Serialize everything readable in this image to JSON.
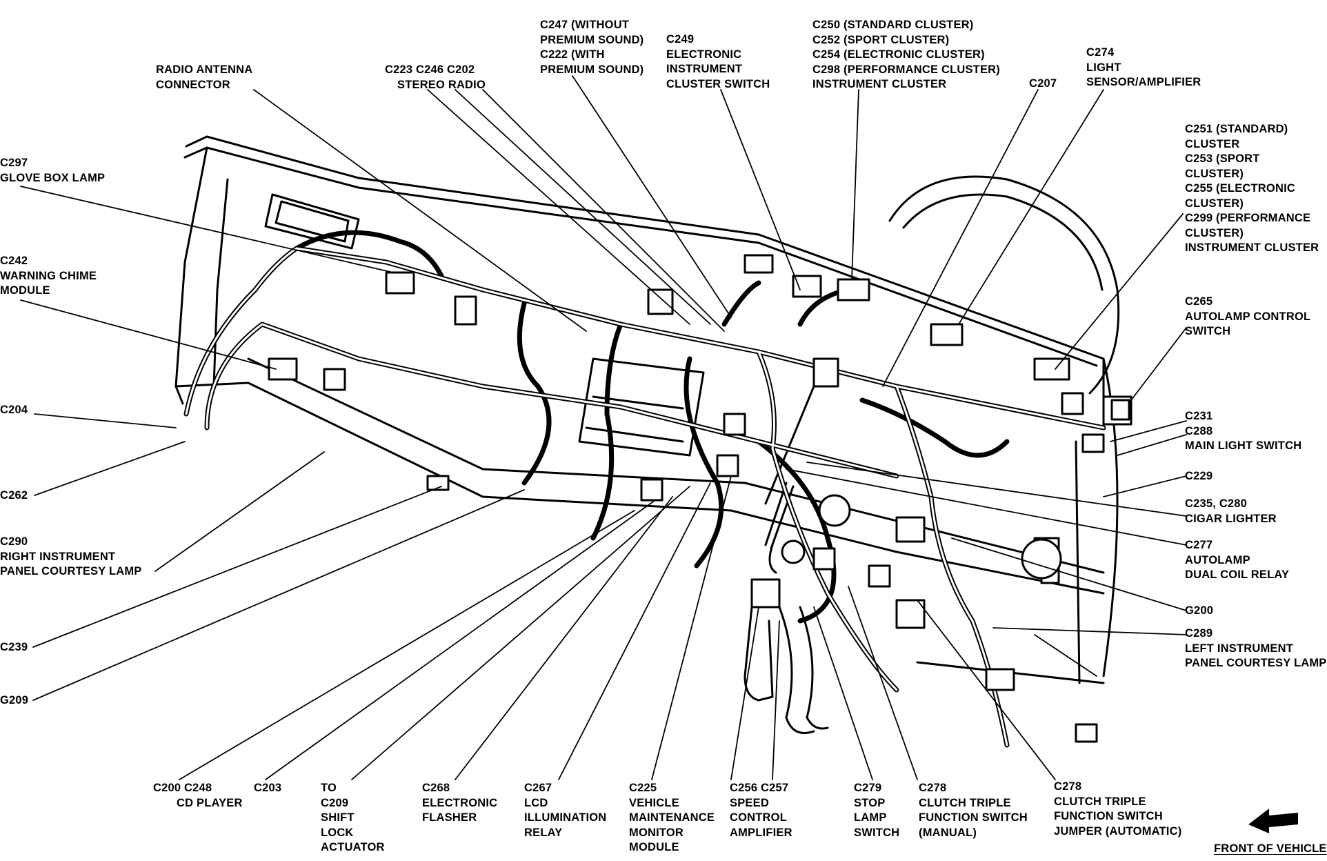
{
  "labels": {
    "radio_antenna": [
      "RADIO ANTENNA",
      "CONNECTOR"
    ],
    "stereo_radio": [
      "C223  C246  C202",
      "STEREO RADIO"
    ],
    "c247_c222": [
      "C247 (WITHOUT",
      "PREMIUM SOUND)",
      "C222 (WITH",
      "PREMIUM SOUND)"
    ],
    "c249": [
      "C249",
      "ELECTRONIC",
      "INSTRUMENT",
      "CLUSTER SWITCH"
    ],
    "c250_group": [
      "C250 (STANDARD CLUSTER)",
      "C252 (SPORT CLUSTER)",
      "C254 (ELECTRONIC CLUSTER)",
      "C298 (PERFORMANCE CLUSTER)",
      "INSTRUMENT CLUSTER"
    ],
    "c207": [
      "C207"
    ],
    "c274": [
      "C274",
      "LIGHT",
      "SENSOR/AMPLIFIER"
    ],
    "c251_group": [
      "C251 (STANDARD)",
      "CLUSTER",
      "C253 (SPORT",
      "CLUSTER)",
      "C255 (ELECTRONIC",
      "CLUSTER)",
      "C299 (PERFORMANCE",
      "CLUSTER)",
      "INSTRUMENT CLUSTER"
    ],
    "c297": [
      "C297",
      "GLOVE BOX LAMP"
    ],
    "c242": [
      "C242",
      "WARNING CHIME",
      "MODULE"
    ],
    "c265": [
      "C265",
      "AUTOLAMP CONTROL",
      "SWITCH"
    ],
    "c204": [
      "C204"
    ],
    "c231_c288": [
      "C231",
      "C288",
      "MAIN LIGHT SWITCH"
    ],
    "c262": [
      "C262"
    ],
    "c229": [
      "C229"
    ],
    "c290": [
      "C290",
      "RIGHT INSTRUMENT",
      "PANEL COURTESY LAMP"
    ],
    "c235_c280": [
      "C235, C280",
      "CIGAR LIGHTER"
    ],
    "c277": [
      "C277",
      "AUTOLAMP",
      "DUAL COIL RELAY"
    ],
    "g200": [
      "G200"
    ],
    "c289": [
      "C289",
      "LEFT INSTRUMENT",
      "PANEL COURTESY LAMP"
    ],
    "c239": [
      "C239"
    ],
    "g209": [
      "G209"
    ],
    "cd_player": [
      "C200   C248",
      "CD PLAYER"
    ],
    "c203": [
      "C203"
    ],
    "c209": [
      "TO",
      "C209",
      "SHIFT",
      "LOCK",
      "ACTUATOR"
    ],
    "c268": [
      "C268",
      "ELECTRONIC",
      "FLASHER"
    ],
    "c267": [
      "C267",
      "LCD",
      "ILLUMINATION",
      "RELAY"
    ],
    "c225": [
      "C225",
      "VEHICLE",
      "MAINTENANCE",
      "MONITOR",
      "MODULE"
    ],
    "c256_c257": [
      "C256  C257",
      "SPEED",
      "CONTROL",
      "AMPLIFIER"
    ],
    "c279": [
      "C279",
      "STOP",
      "LAMP",
      "SWITCH"
    ],
    "c278_manual": [
      "C278",
      "CLUTCH TRIPLE",
      "FUNCTION SWITCH",
      "(MANUAL)"
    ],
    "c278_auto": [
      "C278",
      "CLUTCH TRIPLE",
      "FUNCTION SWITCH",
      "JUMPER (AUTOMATIC)"
    ],
    "front_of_vehicle": [
      "FRONT OF VEHICLE"
    ]
  },
  "colors": {
    "ink": "#000000",
    "paper": "#ffffff"
  }
}
